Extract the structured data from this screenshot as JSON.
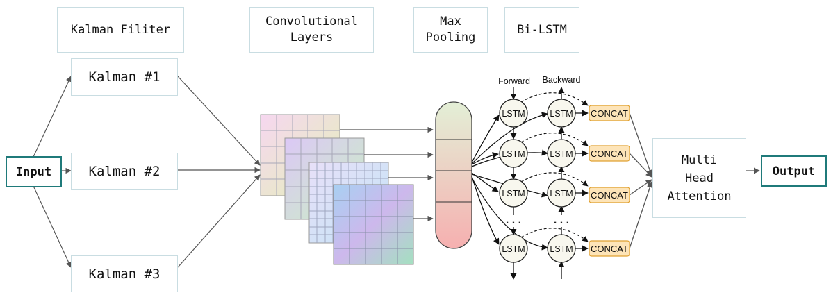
{
  "headers": {
    "kalman_filter": "Kalman Filiter",
    "conv_layers": "Convolutional\nLayers",
    "max_pooling": "Max\nPooling",
    "bilstm": "Bi-LSTM"
  },
  "input_label": "Input",
  "output_label": "Output",
  "kalman": [
    "Kalman #1",
    "Kalman #2",
    "Kalman #3"
  ],
  "direction_labels": {
    "forward": "Forward",
    "backward": "Backward"
  },
  "lstm_label": "LSTM",
  "concat_label": "CONCAT",
  "ellipsis": ". . .",
  "attention_label": "Multi\nHead\nAttention",
  "colors": {
    "io_border": "#1f7a7a",
    "box_border": "#c9dde2",
    "concat_fill": "#fde4b8",
    "concat_border": "#e0a030",
    "lstm_fill": "#f8f7ee",
    "pool_top": "#e3efd6",
    "pool_bottom": "#f6b0b0",
    "arrow": "#555555"
  }
}
